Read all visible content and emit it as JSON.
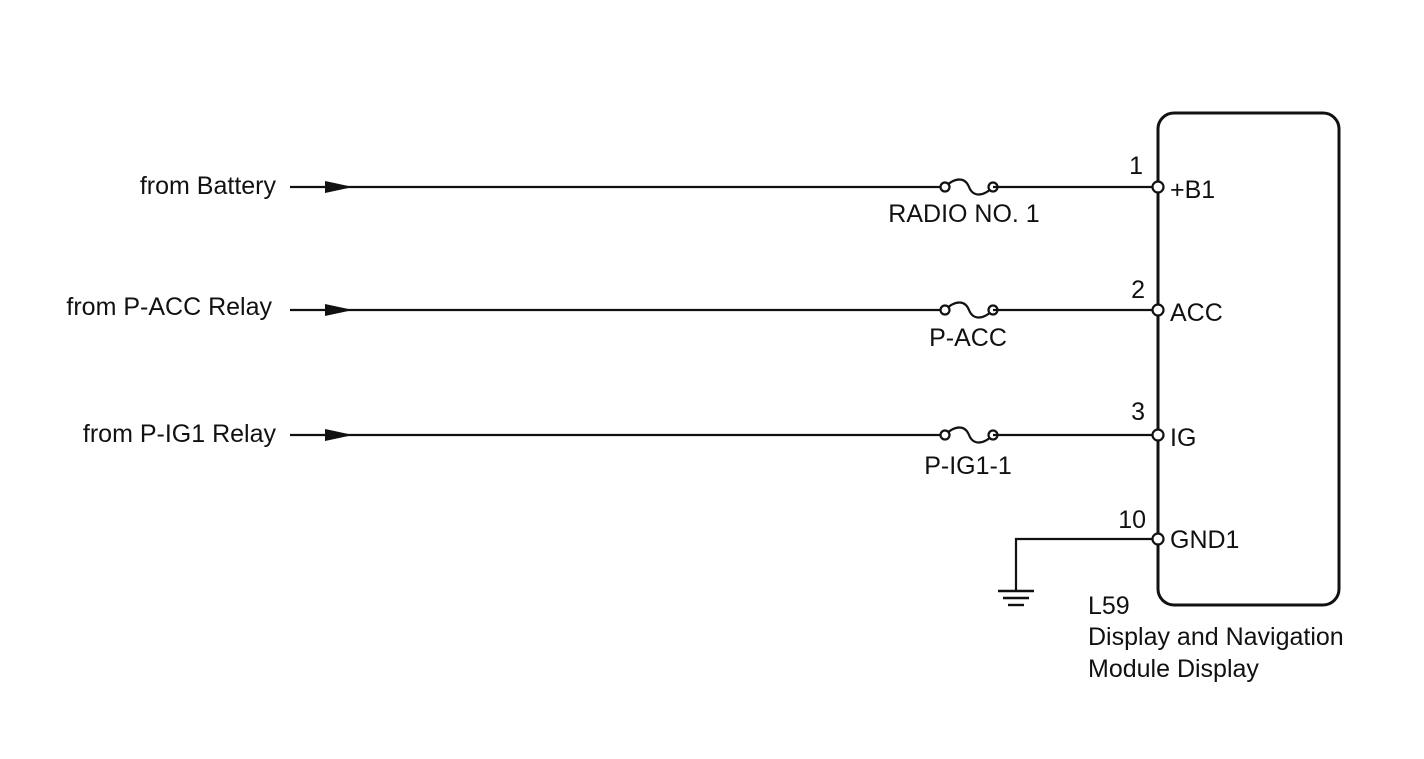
{
  "circuits": [
    {
      "source": "from Battery",
      "fuse": "RADIO NO. 1",
      "pin_number": "1",
      "terminal": "+B1"
    },
    {
      "source": "from P-ACC Relay",
      "fuse": "P-ACC",
      "pin_number": "2",
      "terminal": "ACC"
    },
    {
      "source": "from P-IG1 Relay",
      "fuse": "P-IG1-1",
      "pin_number": "3",
      "terminal": "IG"
    }
  ],
  "ground": {
    "pin_number": "10",
    "terminal": "GND1"
  },
  "component": {
    "code": "L59",
    "name_line1": "Display and Navigation",
    "name_line2": "Module Display"
  }
}
